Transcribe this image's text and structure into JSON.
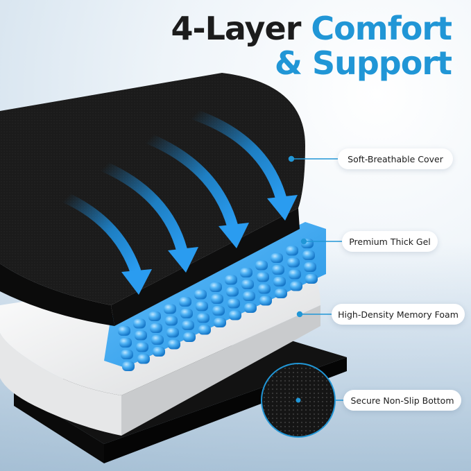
{
  "headline": {
    "line1_dark": "4-Layer ",
    "line1_blue": "Comfort",
    "line2_blue": "& Support"
  },
  "layers": [
    {
      "label": "Soft-Breathable Cover"
    },
    {
      "label": "Premium Thick Gel"
    },
    {
      "label": "High-Density Memory Foam"
    },
    {
      "label": "Secure Non-Slip Bottom"
    }
  ],
  "colors": {
    "accent": "#2196d6",
    "cover": "#1a1a1a",
    "gel": "#3aa6ee",
    "foam": "#f2f2f2"
  }
}
